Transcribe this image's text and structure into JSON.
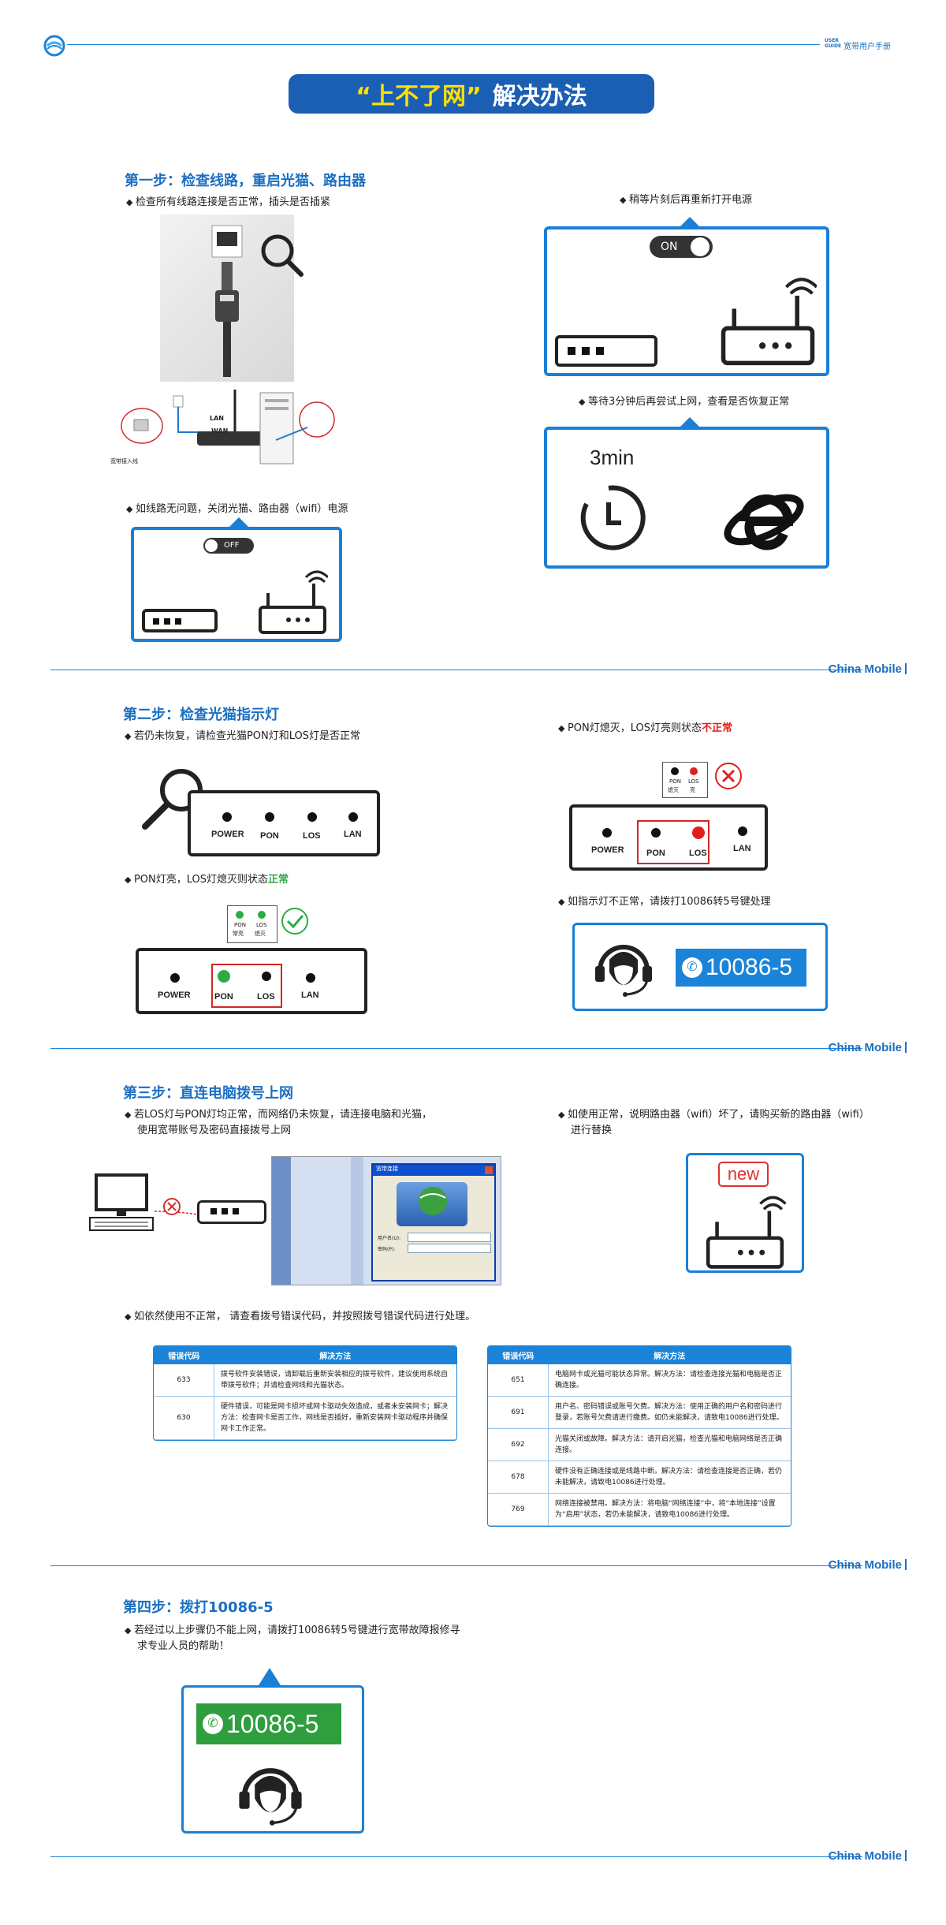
{
  "header": {
    "guide_tag": "USER GUIDE",
    "manual_name": "宽带用户手册",
    "title_quoted": "“上不了网”",
    "title_rest": "解决办法"
  },
  "brand": "China Mobile",
  "step1": {
    "title_prefix": "第一步：",
    "title": "检查线路，重启光猫、路由器",
    "bullet1": "检查所有线路连接是否正常，插头是否插紧",
    "bullet2": "如线路无问题，关闭光猫、路由器（wifi）电源",
    "bullet3": "稍等片刻后再重新打开电源",
    "bullet4": "等待3分钟后再尝试上网，查看是否恢复正常",
    "switch_off": "OFF",
    "switch_on": "ON",
    "wan_label": "WAN",
    "lan_label": "LAN",
    "broadband_label": "宽带接入线",
    "wait_label": "3min"
  },
  "step2": {
    "title_prefix": "第二步：",
    "title": "检查光猫指示灯",
    "bullet1": "若仍未恢复，请检查光猫PON灯和LOS灯是否正常",
    "bullet2_prefix": "PON灯亮，LOS灯熄灭则状态",
    "bullet2_status": "正常",
    "bullet3_prefix": "PON灯熄灭，LOS灯亮则状态",
    "bullet3_status": "不正常",
    "bullet4": "如指示灯不正常，请拨打10086转5号键处理",
    "labels": {
      "power": "POWER",
      "pon": "PON",
      "los": "LOS",
      "lan": "LAN"
    },
    "bubble_ok": {
      "pon": "PON",
      "pon_state": "常亮",
      "los": "LOS",
      "los_state": "熄灭"
    },
    "bubble_bad": {
      "pon": "PON",
      "pon_state": "熄灭",
      "los": "LOS",
      "los_state": "亮"
    },
    "hotline": "10086-5"
  },
  "step3": {
    "title_prefix": "第三步：",
    "title": "直连电脑拨号上网",
    "bullet1_line1": "若LOS灯与PON灯均正常，而网络仍未恢复，请连接电脑和光猫，",
    "bullet1_line2": "使用宽带账号及密码直接拨号上网",
    "bullet2_line1": "如使用正常，说明路由器（wifi）坏了，请购买新的路由器（wifi）",
    "bullet2_line2": "进行替换",
    "new_label": "new",
    "bullet3": "如依然使用不正常， 请查看拨号错误代码，并按照拨号错误代码进行处理。",
    "dialog": {
      "title": "宽带连接",
      "field1": "用户名(U):",
      "field2": "密码(P):"
    },
    "table_left": {
      "headers": [
        "错误代码",
        "解决方法"
      ],
      "rows": [
        [
          "633",
          "拨号软件安装错误，请卸载后重新安装相应的拨号软件，建议使用系统自带拨号软件；并请检查网线和光猫状态。"
        ],
        [
          "630",
          "硬件错误，可能是网卡损坏或网卡驱动失效造成，或者未安装网卡；解决方法：检查网卡是否工作，网线是否插好，重新安装网卡驱动程序并确保网卡工作正常。"
        ]
      ]
    },
    "table_right": {
      "headers": [
        "错误代码",
        "解决方法"
      ],
      "rows": [
        [
          "651",
          "电脑网卡或光猫可能状态异常。解决方法：请检查连接光猫和电脑是否正确连接。"
        ],
        [
          "691",
          "用户名、密码错误或账号欠费。解决方法：使用正确的用户名和密码进行登录，若账号欠费请进行缴费。如仍未能解决，请致电10086进行处理。"
        ],
        [
          "692",
          "光猫关闭或故障。解决方法：请开启光猫，检查光猫和电脑网络是否正确连接。"
        ],
        [
          "678",
          "硬件没有正确连接或是线路中断。解决方法：请检查连接是否正确，若仍未能解决，请致电10086进行处理。"
        ],
        [
          "769",
          "网络连接被禁用。解决方法：将电脑“网络连接”中，将“本地连接”设置为“启用”状态，若仍未能解决，请致电10086进行处理。"
        ]
      ]
    }
  },
  "step4": {
    "title_prefix": "第四步：",
    "title": "拨打10086-5",
    "bullet_line1": "若经过以上步骤仍不能上网，请拨打10086转5号键进行宽带故障报修寻",
    "bullet_line2": "求专业人员的帮助！",
    "hotline": "10086-5"
  },
  "colors": {
    "accent": "#1b84d8",
    "title_bar": "#1a5fb4",
    "quote_yellow": "#ffe000",
    "ok_green": "#2eaa44",
    "bad_red": "#e02020",
    "hotline_green": "#2e9e3e"
  }
}
